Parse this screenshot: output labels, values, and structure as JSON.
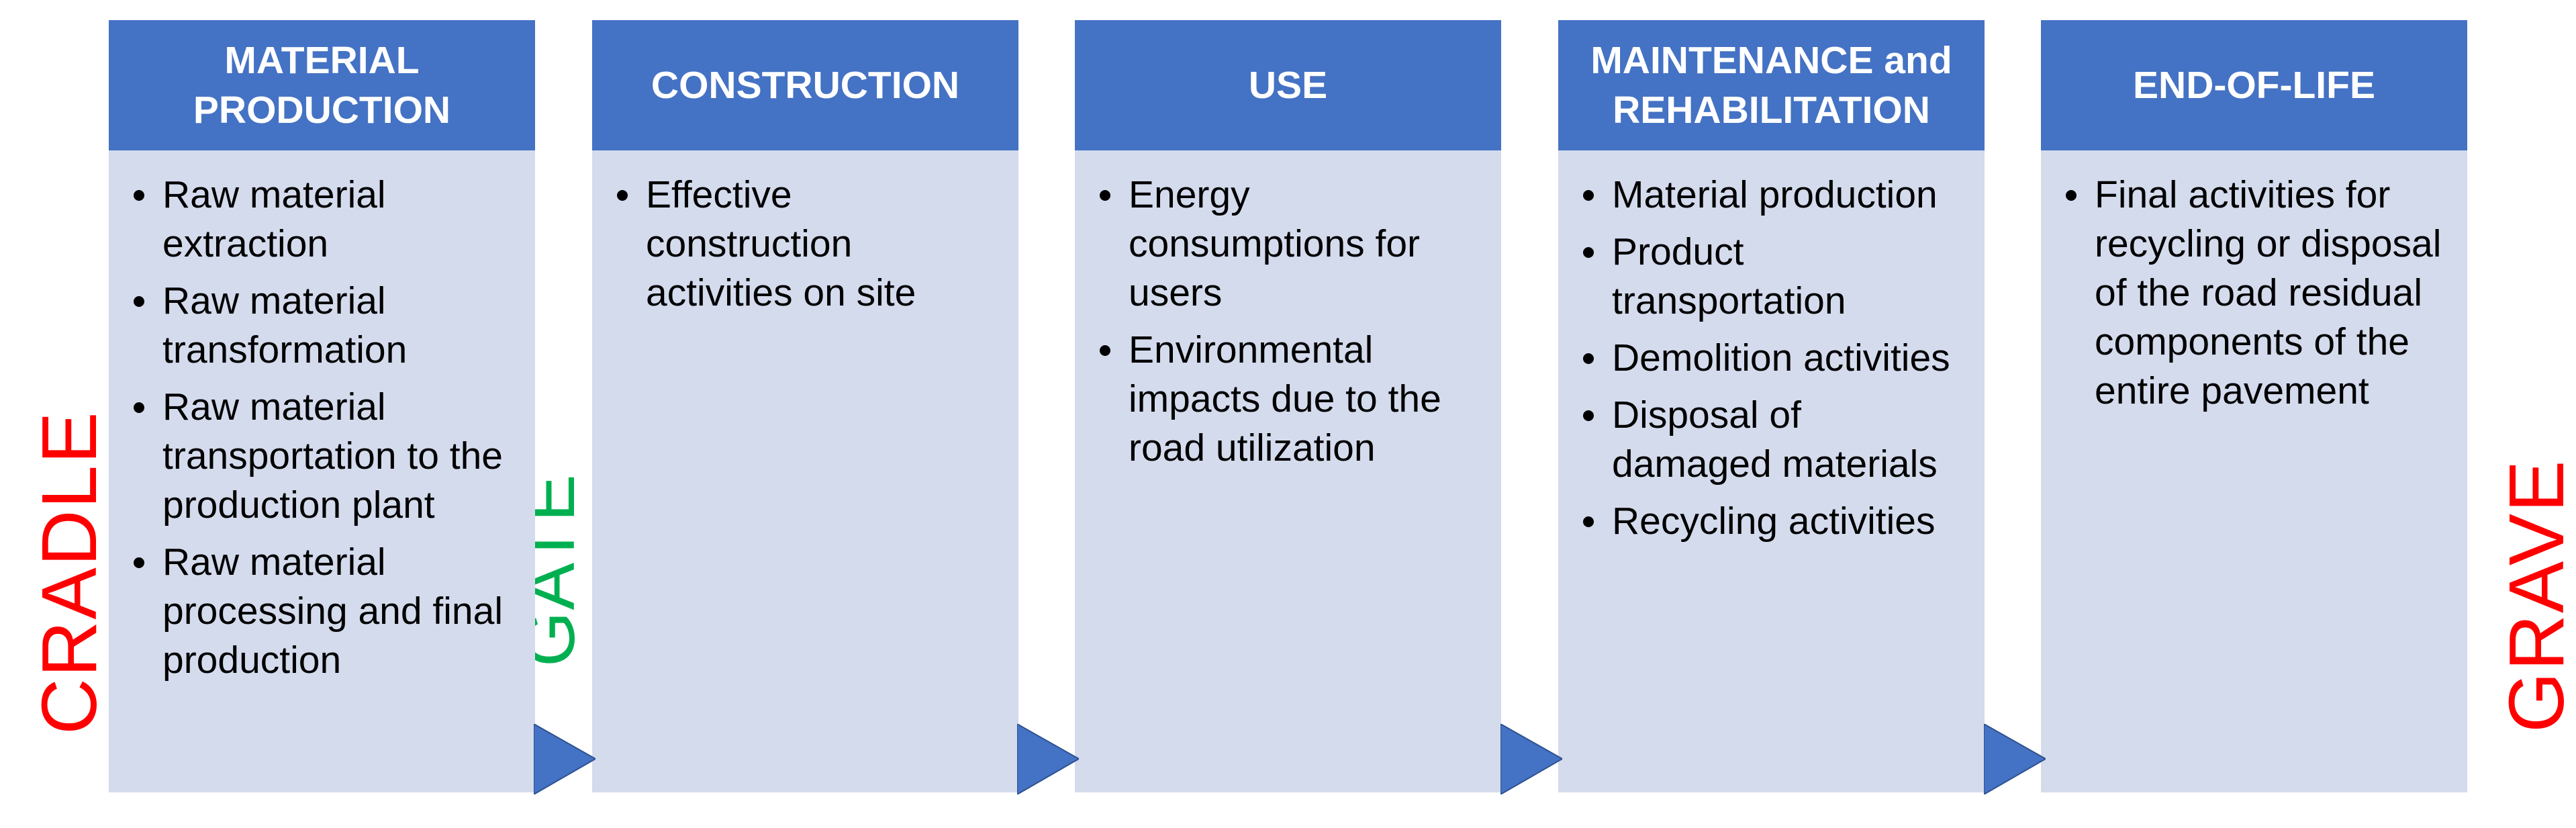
{
  "labels": {
    "start": "CRADLE",
    "middle": "GATE",
    "end": "GRAVE"
  },
  "colors": {
    "header_fill": "#4472c4",
    "body_fill": "#d4dbed",
    "arrow_fill": "#4472c4",
    "cradle_text": "#ff0000",
    "gate_text": "#00b050",
    "grave_text": "#ff0000"
  },
  "stages": [
    {
      "title": "MATERIAL\nPRODUCTION",
      "items": [
        "Raw material extraction",
        "Raw material transformation",
        "Raw material transportation to the production plant",
        "Raw material processing and final production"
      ]
    },
    {
      "title": "CONSTRUCTION",
      "items": [
        "Effective construction activities on site"
      ]
    },
    {
      "title": "USE",
      "items": [
        "Energy consumptions for users",
        "Environmental impacts due to the road utilization"
      ]
    },
    {
      "title": "MAINTENANCE and\nREHABILITATION",
      "items": [
        "Material production",
        "Product transportation",
        "Demolition activities",
        "Disposal of damaged materials",
        "Recycling activities"
      ]
    },
    {
      "title": "END-OF-LIFE",
      "items": [
        "Final activities for recycling or disposal of the road residual components of the entire pavement"
      ]
    }
  ]
}
